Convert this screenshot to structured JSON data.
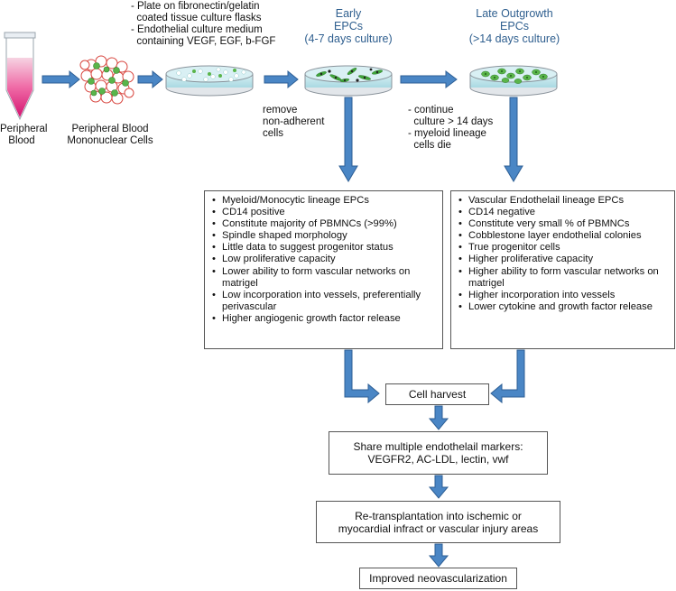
{
  "labels": {
    "peripheral_blood": "Peripheral\nBlood",
    "pbmnc": "Peripheral Blood\nMononuclear Cells",
    "plate_instructions": "- Plate on fibronectin/gelatin\n  coated tissue culture flasks\n- Endothelial culture medium\n  containing VEGF, EGF, b-FGF",
    "early_title": "Early\nEPCs\n(4-7 days culture)",
    "late_title": "Late Outgrowth\nEPCs\n(>14 days culture)",
    "remove_note": "remove\nnon-adherent\ncells",
    "continue_note": "- continue\n  culture > 14 days\n- myeloid lineage\n  cells die"
  },
  "early_box": {
    "items": [
      "Myeloid/Monocytic lineage EPCs",
      "CD14 positive",
      "Constitute majority of PBMNCs (>99%)",
      "Spindle shaped morphology",
      "Little data to suggest progenitor status",
      "Low proliferative capacity",
      "Lower ability to form vascular networks on matrigel",
      "Low incorporation into vessels, preferentially perivascular",
      "Higher angiogenic growth factor release"
    ]
  },
  "late_box": {
    "items": [
      "Vascular Endothelail lineage EPCs",
      "CD14 negative",
      "Constitute very small % of PBMNCs",
      "Cobblestone layer endothelial colonies",
      "True progenitor cells",
      "Higher proliferative capacity",
      "Higher ability to form vascular networks on matrigel",
      "Higher incorporation into vessels",
      "Lower cytokine and growth factor release"
    ]
  },
  "flow": {
    "harvest": "Cell harvest",
    "markers": "Share multiple endothelail markers:\nVEGFR2, AC-LDL, lectin, vwf",
    "transplant": "Re-transplantation into ischemic or\nmyocardial infract or vascular injury areas",
    "result": "Improved neovascularization"
  },
  "colors": {
    "arrow_fill": "#4a86c5",
    "arrow_stroke": "#2e5f95",
    "blood": "#e0247a",
    "dish_fluid": "#bfe3ea",
    "cell_green": "#5ab54a",
    "title_blue": "#2f5f8f"
  }
}
